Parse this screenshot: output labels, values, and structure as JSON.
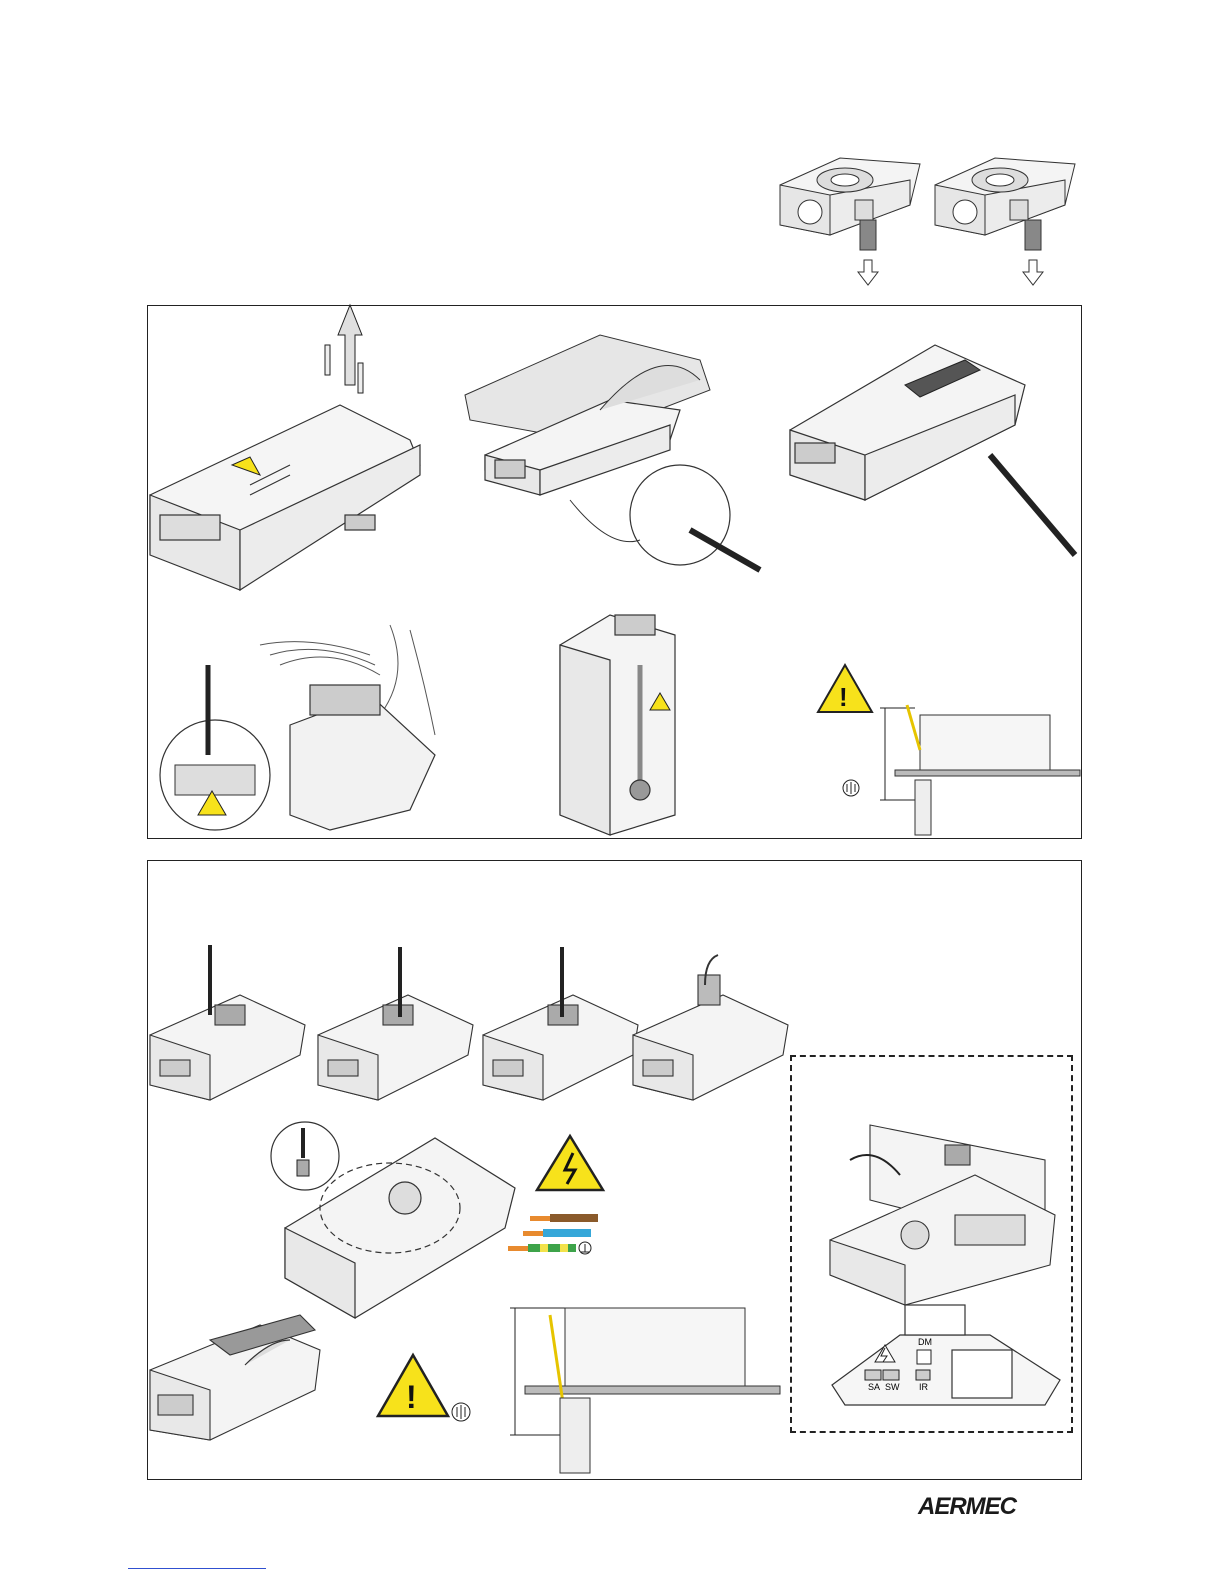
{
  "brand": {
    "logo_text": "AERMEC"
  },
  "control_panel": {
    "labels": {
      "dm": "DM",
      "sa": "SA",
      "sw": "SW",
      "ir": "IR"
    }
  },
  "icons": {
    "warning": "exclamation-warning-triangle-icon",
    "electric": "high-voltage-triangle-icon",
    "earth": "earth-ground-icon",
    "arrow": "direction-arrow-icon",
    "screwdriver": "screwdriver-icon"
  },
  "colors": {
    "warning_yellow": "#f7e21b",
    "wire_brown": "#8a5a2b",
    "wire_blue": "#35a7d9",
    "wire_orange": "#e88a2e",
    "wire_green": "#3da34a",
    "wire_yellow": "#f2e24b",
    "drawing_gray": "#9a9a9a",
    "line_black": "#222222"
  }
}
